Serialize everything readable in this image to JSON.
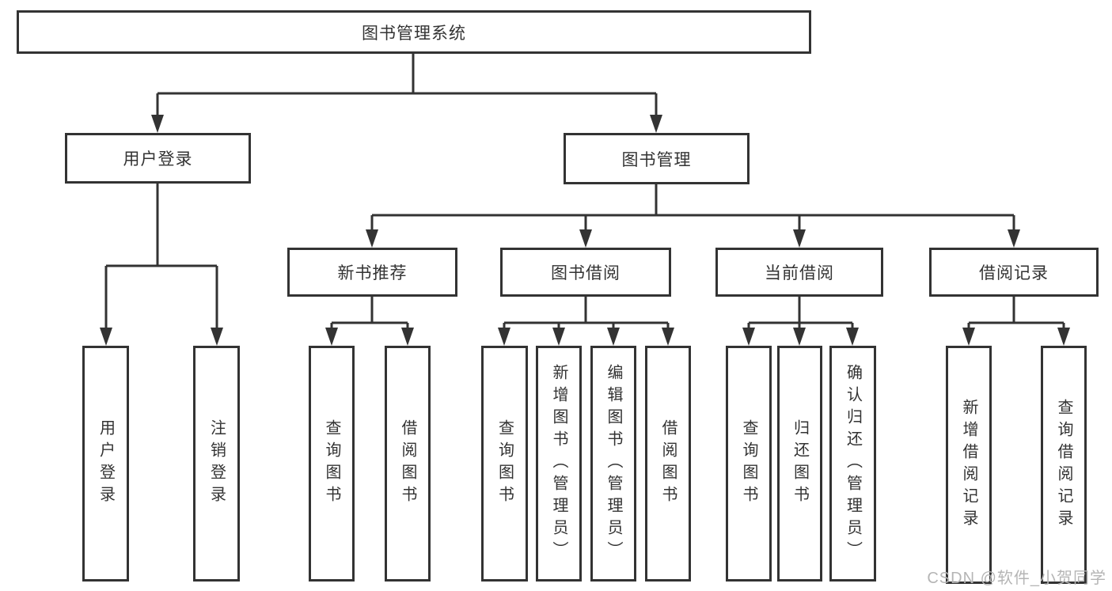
{
  "diagram": {
    "root": {
      "label": "图书管理系统"
    },
    "level2": [
      {
        "id": "user-login",
        "label": "用户登录"
      },
      {
        "id": "book-management",
        "label": "图书管理"
      }
    ],
    "level3": [
      {
        "id": "new-book-recommendation",
        "parent": "图书管理",
        "label": "新书推荐"
      },
      {
        "id": "book-borrowing",
        "parent": "图书管理",
        "label": "图书借阅"
      },
      {
        "id": "current-borrowing",
        "parent": "图书管理",
        "label": "当前借阅"
      },
      {
        "id": "borrowing-records",
        "parent": "图书管理",
        "label": "借阅记录"
      }
    ],
    "level4": [
      {
        "parent": "用户登录",
        "label": "用户登录"
      },
      {
        "parent": "用户登录",
        "label": "注销登录"
      },
      {
        "parent": "新书推荐",
        "label": "查询图书"
      },
      {
        "parent": "新书推荐",
        "label": "借阅图书"
      },
      {
        "parent": "图书借阅",
        "label": "查询图书"
      },
      {
        "parent": "图书借阅",
        "label": "新增图书（管理员）"
      },
      {
        "parent": "图书借阅",
        "label": "编辑图书（管理员）"
      },
      {
        "parent": "图书借阅",
        "label": "借阅图书"
      },
      {
        "parent": "当前借阅",
        "label": "查询图书"
      },
      {
        "parent": "当前借阅",
        "label": "归还图书"
      },
      {
        "parent": "当前借阅",
        "label": "确认归还（管理员）"
      },
      {
        "parent": "借阅记录",
        "label": "新增借阅记录"
      },
      {
        "parent": "借阅记录",
        "label": "查询借阅记录"
      }
    ],
    "colors": {
      "line": "#333333",
      "text": "#333333",
      "background": "#ffffff",
      "watermark": "#b5b5b5"
    }
  },
  "watermark": {
    "text": "CSDN @软件_小贺同学"
  }
}
